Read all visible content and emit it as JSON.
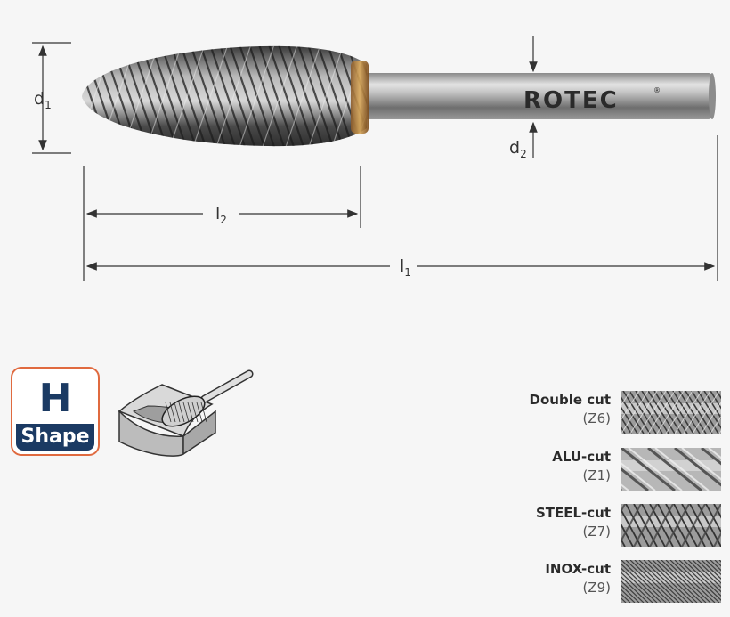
{
  "brand": {
    "logo_text": "ROTEC"
  },
  "dimensions": {
    "d1": {
      "main": "d",
      "sub": "1"
    },
    "d2": {
      "main": "d",
      "sub": "2"
    },
    "l1": {
      "main": "l",
      "sub": "1"
    },
    "l2": {
      "main": "l",
      "sub": "2"
    }
  },
  "shape_badge": {
    "letter": "H",
    "label": "Shape"
  },
  "cut_types": [
    {
      "name": "Double cut",
      "code": "(Z6)",
      "pattern": "double"
    },
    {
      "name": "ALU-cut",
      "code": "(Z1)",
      "pattern": "alu"
    },
    {
      "name": "STEEL-cut",
      "code": "(Z7)",
      "pattern": "steel"
    },
    {
      "name": "INOX-cut",
      "code": "(Z9)",
      "pattern": "inox"
    }
  ],
  "colors": {
    "badge_border": "#e06a3f",
    "badge_fill": "#1b3a63",
    "dimension_line": "#333333"
  }
}
